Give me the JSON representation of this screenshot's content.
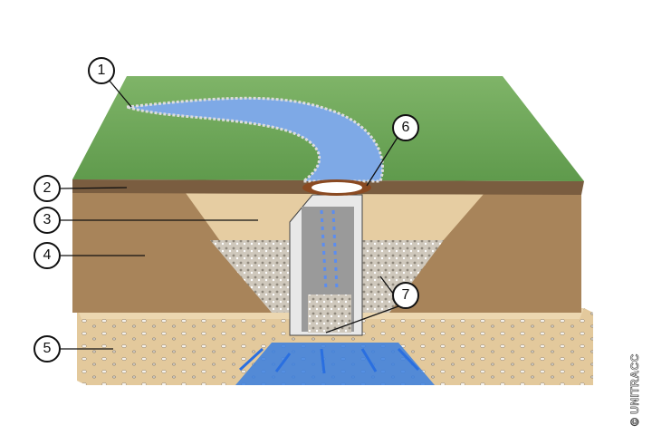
{
  "callouts": [
    "1",
    "2",
    "3",
    "4",
    "5",
    "6",
    "7"
  ],
  "copyright": "© UNITRACC",
  "colors": {
    "grass": "#6fa55a",
    "soil": "#9c7a50",
    "sand": "#e2c89a",
    "water": "#3a7fe0",
    "gravel": "#cfc8bc"
  }
}
